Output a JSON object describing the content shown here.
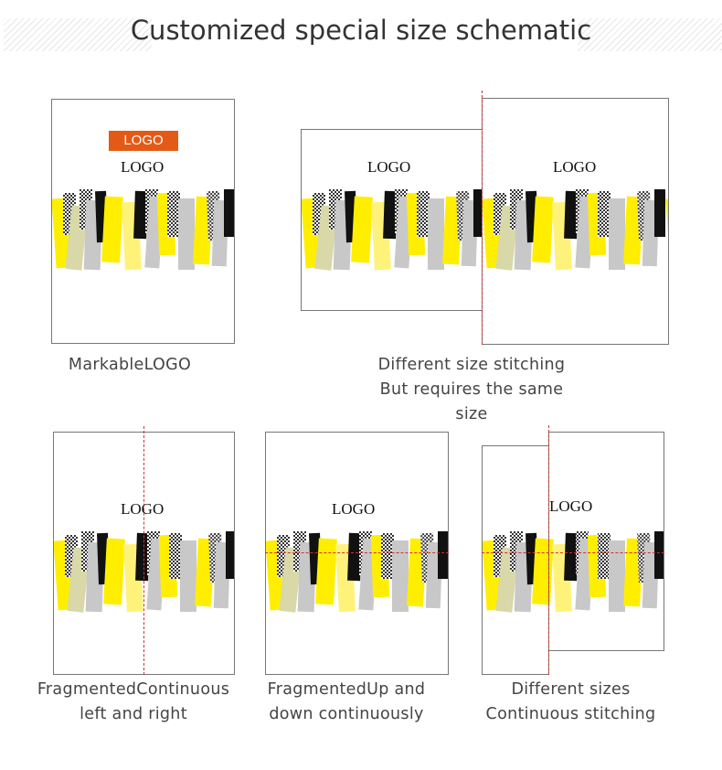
{
  "header": {
    "title": "Customized special size schematic"
  },
  "panels": {
    "markable": {
      "badge": "LOGO",
      "logo": "LOGO",
      "caption": "MarkableLOGO"
    },
    "stitching": {
      "logo_left": "LOGO",
      "logo_right": "LOGO",
      "caption_line1": "Different size stitching",
      "caption_line2": "But requires the same size"
    },
    "fragmented_lr": {
      "logo": "LOGO",
      "caption_line1": "FragmentedContinuous",
      "caption_line2": "left and right"
    },
    "fragmented_ud": {
      "logo": "LOGO",
      "caption_line1": "FragmentedUp and",
      "caption_line2": "down continuously"
    },
    "continuous": {
      "logo": "LOGO",
      "caption_line1": "Different sizes",
      "caption_line2": "Continuous stitching"
    }
  },
  "colors": {
    "accent": "#e35a17",
    "guide_line": "#cc3333",
    "yellow": "#ffee00",
    "gray": "#c8c8c8",
    "black": "#111111"
  }
}
